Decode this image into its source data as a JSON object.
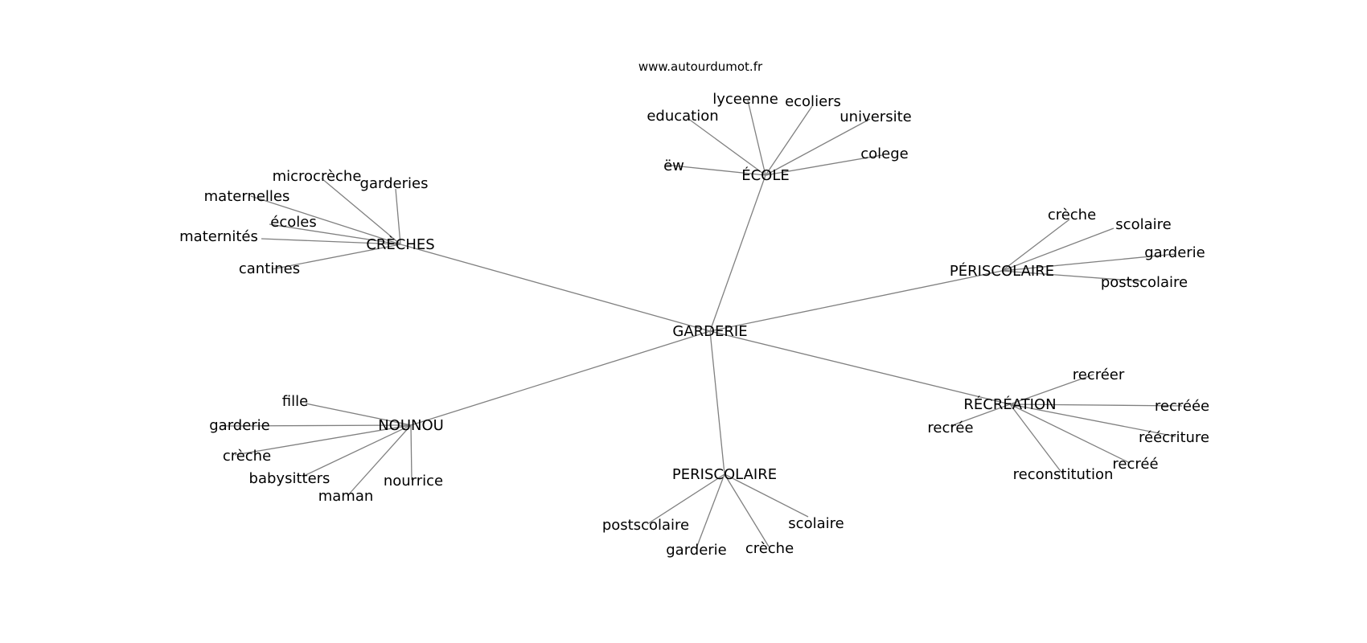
{
  "site_url": "www.autourdumot.fr",
  "colors": {
    "edge": "#808080",
    "text": "#000000",
    "background": "#ffffff"
  },
  "root": "GARDERIE",
  "groups": [
    {
      "label": "ÉCOLE",
      "words": [
        "lyceenne",
        "ecoliers",
        "education",
        "universite",
        "colege",
        "ëw"
      ]
    },
    {
      "label": "CRÈCHES",
      "words": [
        "microcrèche",
        "garderies",
        "maternelles",
        "écoles",
        "maternités",
        "cantines"
      ]
    },
    {
      "label": "PÉRISCOLAIRE",
      "words": [
        "crèche",
        "scolaire",
        "garderie",
        "postscolaire"
      ]
    },
    {
      "label": "RÉCRÉATION",
      "words": [
        "recréer",
        "recréée",
        "recrée",
        "réécriture",
        "recréé",
        "reconstitution"
      ]
    },
    {
      "label": "PERISCOLAIRE",
      "words": [
        "postscolaire",
        "scolaire",
        "garderie",
        "crèche"
      ]
    },
    {
      "label": "NOUNOU",
      "words": [
        "fille",
        "garderie",
        "crèche",
        "babysitters",
        "nourrice",
        "maman"
      ]
    }
  ]
}
